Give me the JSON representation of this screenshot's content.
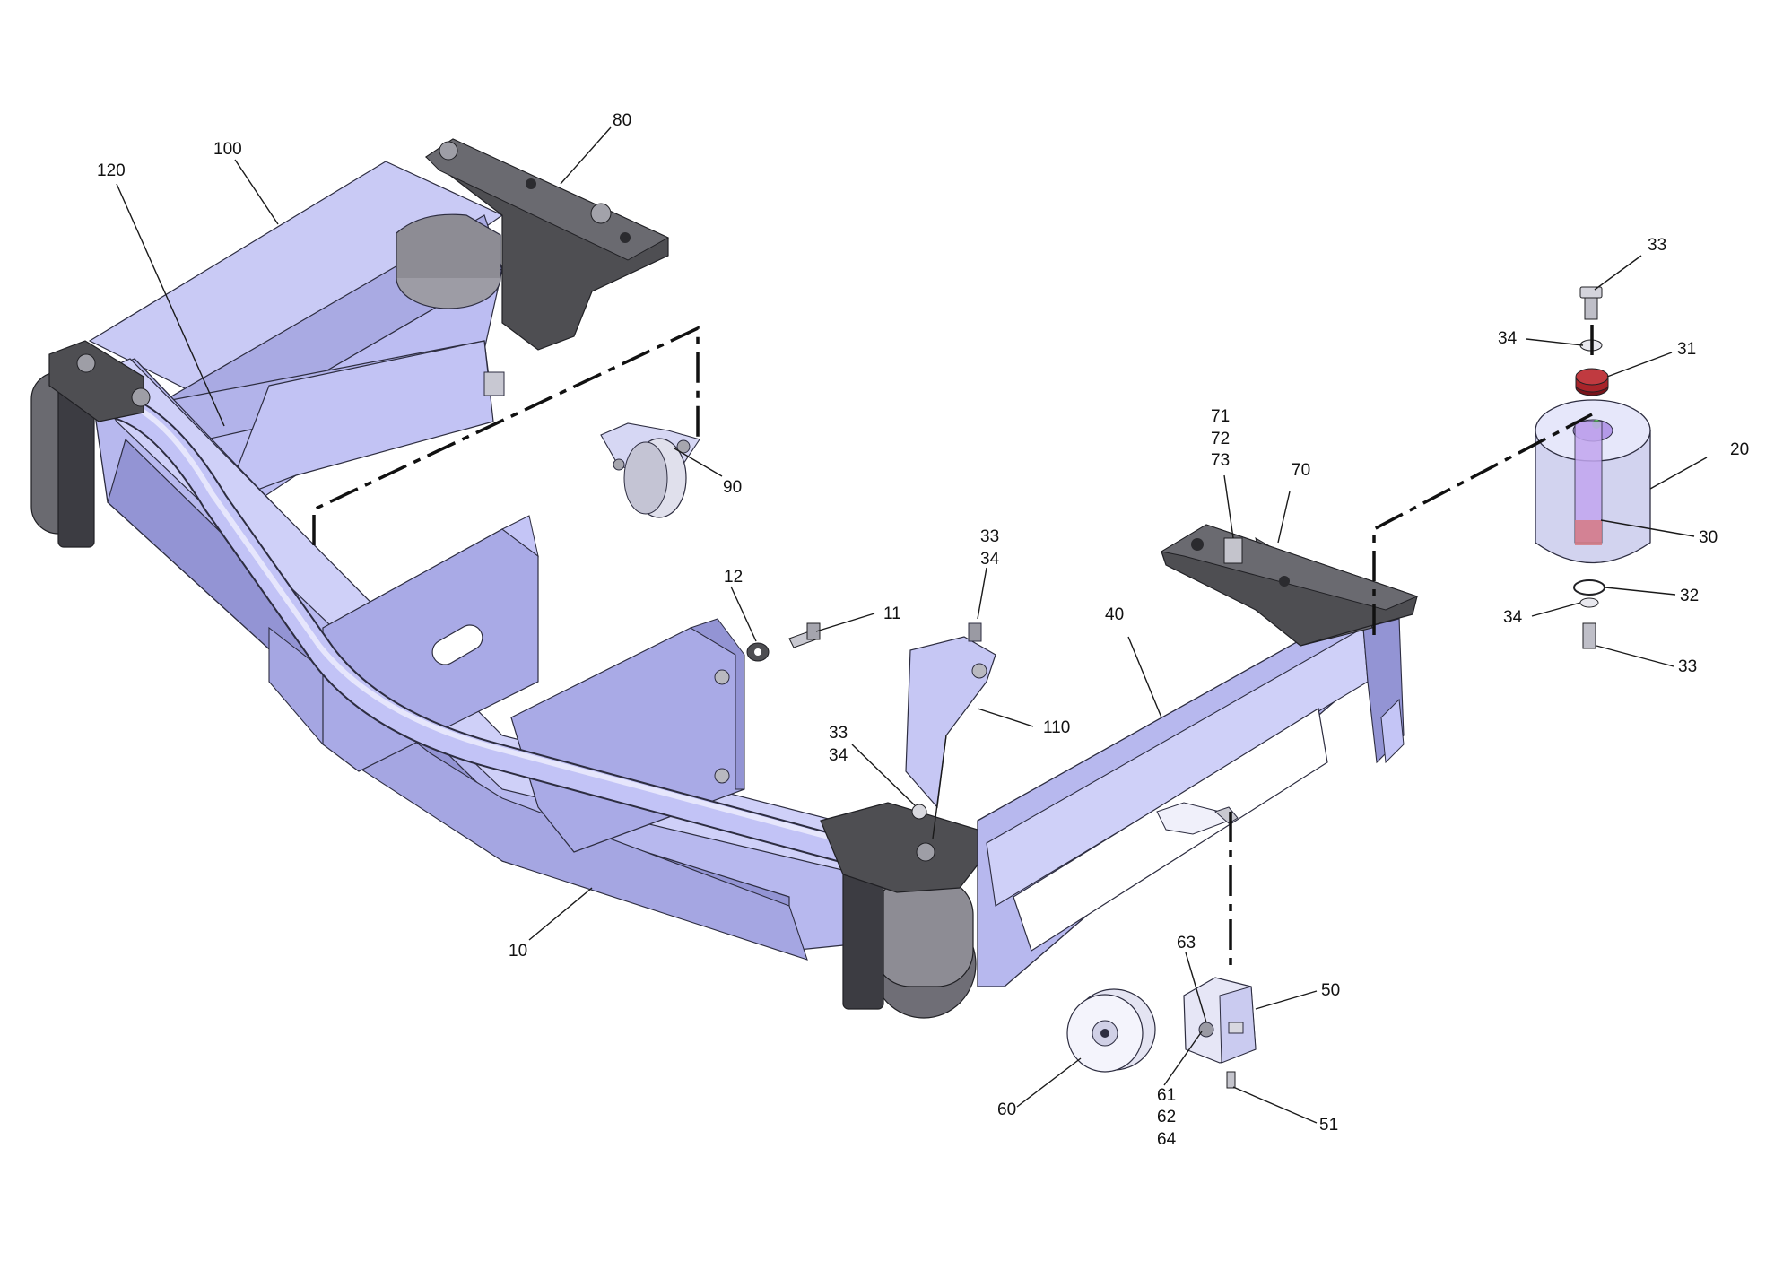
{
  "figure": {
    "kind": "exploded parts diagram"
  },
  "colors": {
    "frame": "#b7b8ee",
    "frame_shadow": "#9394d4",
    "frame_light": "#cfd0f8",
    "frame_dark": "#7d7eb8",
    "plate": "#4e4e52",
    "plate_light": "#6a6a70",
    "roller": "#8d8c94",
    "roller_light": "#b8b7be",
    "red_part": "#a8242a",
    "clear_part": "#d2d3ef",
    "outline": "#2d2d40",
    "dash_line": "#111111"
  },
  "callouts": [
    {
      "id": "c100",
      "text": "100"
    },
    {
      "id": "c80",
      "text": "80"
    },
    {
      "id": "c120",
      "text": "120"
    },
    {
      "id": "c90",
      "text": "90"
    },
    {
      "id": "c12",
      "text": "12"
    },
    {
      "id": "c11",
      "text": "11"
    },
    {
      "id": "c33a",
      "text": "33"
    },
    {
      "id": "c34a",
      "text": "34"
    },
    {
      "id": "c110",
      "text": "110"
    },
    {
      "id": "c33b",
      "text": "33"
    },
    {
      "id": "c34b",
      "text": "34"
    },
    {
      "id": "c10",
      "text": "10"
    },
    {
      "id": "c71",
      "text": "71"
    },
    {
      "id": "c72",
      "text": "72"
    },
    {
      "id": "c73",
      "text": "73"
    },
    {
      "id": "c70",
      "text": "70"
    },
    {
      "id": "c40",
      "text": "40"
    },
    {
      "id": "c33c",
      "text": "33"
    },
    {
      "id": "c34c",
      "text": "34"
    },
    {
      "id": "c31",
      "text": "31"
    },
    {
      "id": "c20",
      "text": "20"
    },
    {
      "id": "c30",
      "text": "30"
    },
    {
      "id": "c32",
      "text": "32"
    },
    {
      "id": "c34d",
      "text": "34"
    },
    {
      "id": "c33d",
      "text": "33"
    },
    {
      "id": "c63",
      "text": "63"
    },
    {
      "id": "c50",
      "text": "50"
    },
    {
      "id": "c60",
      "text": "60"
    },
    {
      "id": "c61",
      "text": "61"
    },
    {
      "id": "c62",
      "text": "62"
    },
    {
      "id": "c64",
      "text": "64"
    },
    {
      "id": "c51",
      "text": "51"
    }
  ]
}
